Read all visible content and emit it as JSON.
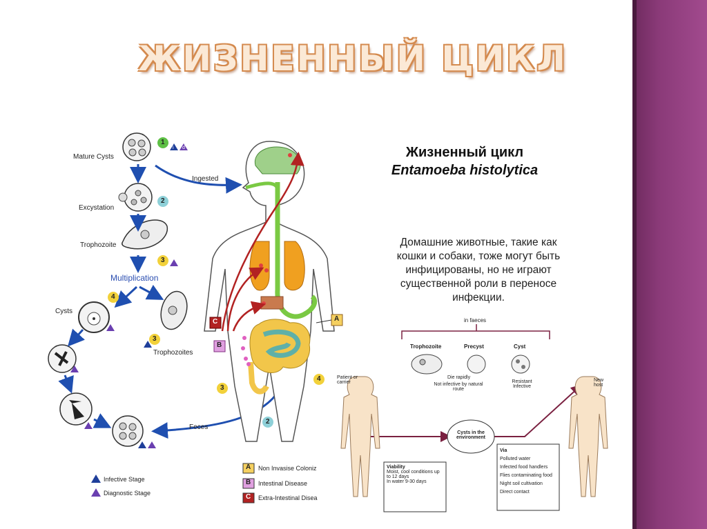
{
  "slide": {
    "title": "ЖИЗНЕННЫЙ ЦИКЛ"
  },
  "diagram": {
    "title_line1": "Жизненный цикл",
    "title_line2": "Entamoeba histolytica",
    "note": "Домашние животные, такие как кошки и собаки, тоже могут быть инфицированы, но не играют существенной роли в переносе инфекции.",
    "stages": {
      "mature_cysts": "Mature Cysts",
      "excystation": "Excystation",
      "trophozoite": "Trophozoite",
      "multiplication": "Multiplication",
      "cysts": "Cysts",
      "trophozoites": "Trophozoites",
      "ingested": "Ingested",
      "feces": "Feces"
    },
    "step_numbers": [
      "1",
      "2",
      "3",
      "4",
      "3",
      "4",
      "2"
    ],
    "stage_marks": [
      "i",
      "d"
    ],
    "legend": {
      "a_letter": "A",
      "a_text": "Non Invasise Coloniz",
      "b_letter": "B",
      "b_text": "Intestinal Disease",
      "c_letter": "C",
      "c_text": "Extra-Intestinal Disea",
      "infective": "Infective Stage",
      "diagnostic": "Diagnostic Stage"
    },
    "letters": {
      "a": "A",
      "b": "B",
      "c": "C"
    },
    "transmission": {
      "in_faeces": "in faeces",
      "trophozoite": "Trophozoite",
      "precyst": "Precyst",
      "cyst": "Cyst",
      "die_rapidly": "Die rapidly",
      "not_infective": "Not infective by natural route",
      "resistant": "Resistant Infective",
      "patient": "Patient or carrier",
      "new_host": "New host",
      "cysts_env": "Cysts in the environment",
      "viability_title": "Viability",
      "viability_items": [
        "Moist, cool conditions up to 12 days",
        "In water 9-30 days"
      ],
      "via_title": "Via",
      "via_items": [
        "Polluted water",
        "Infected food handlers",
        "Flies contaminating food",
        "Night soil cultivation",
        "Direct contact"
      ]
    },
    "colors": {
      "arrow_blue": "#1f4fb0",
      "arrow_red": "#b22222",
      "lung": "#f0a020",
      "brain": "#9fd08a",
      "green_tract": "#7ac943",
      "intestine": "#5fb0a8",
      "colon": "#f2c64a",
      "side_band": "#8a3a78"
    }
  }
}
